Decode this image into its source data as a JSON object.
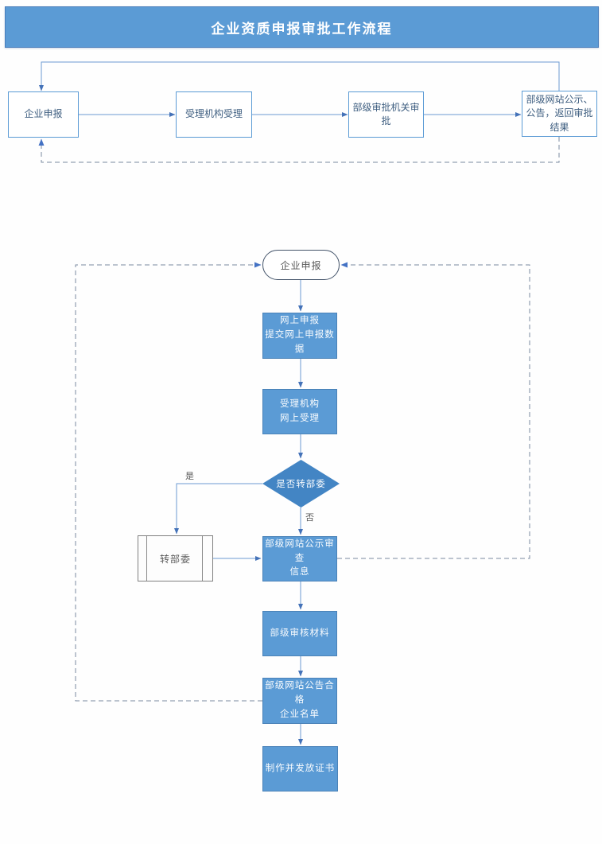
{
  "page": {
    "title": "企业资质申报审批工作流程"
  },
  "colors": {
    "banner_fill": "#5b9bd5",
    "process_fill": "#5b9bd5",
    "decision_fill": "#4385c4",
    "white_box_border": "#5b9bd5",
    "connector_solid": "#6c9bd2",
    "connector_dashed": "#7a8aa0",
    "arrowhead": "#4472b8",
    "text_on_blue": "#ffffff",
    "text_on_white": "#3e5e80"
  },
  "top_flow": {
    "nodes": [
      {
        "label": "企业申报"
      },
      {
        "label": "受理机构受理"
      },
      {
        "label": "部级审批机关审批"
      },
      {
        "label": "部级网站公示、公告，返回审批结果"
      }
    ]
  },
  "main_flow": {
    "start": {
      "label": "企业申报"
    },
    "steps": [
      {
        "label": "网上申报\n提交网上申报数据"
      },
      {
        "label": "受理机构\n网上受理"
      }
    ],
    "decision": {
      "label": "是否转部委",
      "yes_label": "是",
      "no_label": "否"
    },
    "subprocess": {
      "label": "转部委"
    },
    "after": [
      {
        "label": "部级网站公示审查\n信息"
      },
      {
        "label": "部级审核材料"
      },
      {
        "label": "部级网站公告合格\n企业名单"
      },
      {
        "label": "制作并发放证书"
      }
    ]
  }
}
